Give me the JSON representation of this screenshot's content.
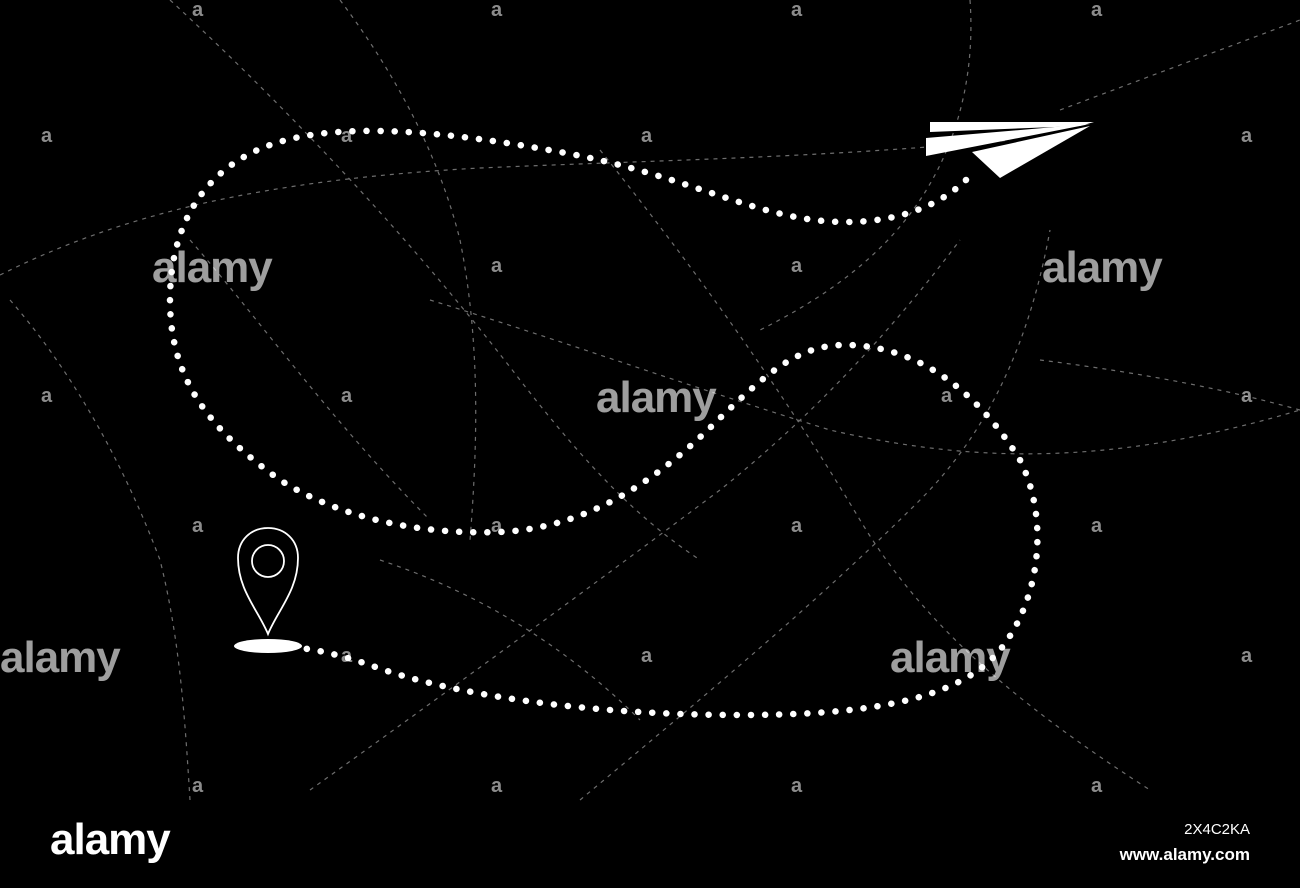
{
  "watermark": {
    "word": "alamy",
    "glyph": "a"
  },
  "footer": {
    "logo": "alamy",
    "image_id": "2X4C2KA",
    "url": "www.alamy.com"
  },
  "colors": {
    "background": "#000000",
    "route": "#ffffff",
    "map_lines": "#6e6e6e"
  },
  "icons": {
    "plane": "paper-plane-icon",
    "pin": "location-pin-icon"
  }
}
